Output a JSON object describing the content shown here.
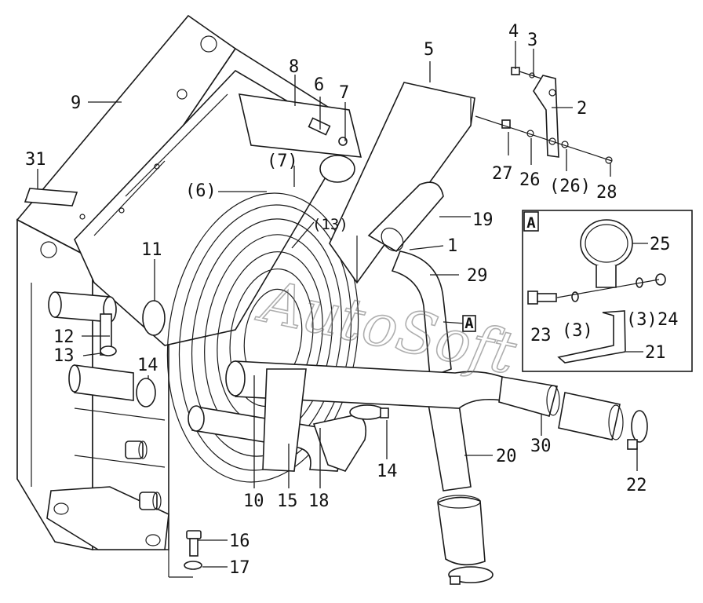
{
  "watermark": "AutoSoft",
  "callouts": {
    "c1": "1",
    "c2": "2",
    "c3": "3",
    "c4": "4",
    "c5": "5",
    "c6": "6",
    "c7": "7",
    "c8": "8",
    "c9": "9",
    "c10": "10",
    "c11": "11",
    "c12": "12",
    "c13": "13",
    "c14a": "14",
    "c14b": "14",
    "c15": "15",
    "c16": "16",
    "c17": "17",
    "c18": "18",
    "c19": "19",
    "c20": "20",
    "c21": "21",
    "c22": "22",
    "c23": "23",
    "c24": "24",
    "c25": "25",
    "c26": "26",
    "c26p": "(26)",
    "c27": "27",
    "c28": "28",
    "c29": "29",
    "c30": "30",
    "c31": "31",
    "c6p": "(6)",
    "c7p": "(7)",
    "c13p": "(13)",
    "c3p_a": "(3)",
    "c3p_b": "(3)"
  },
  "detail_view": {
    "tag": "A"
  },
  "view_marker": {
    "tag": "A"
  },
  "colors": {
    "line": "#1a1a1a",
    "background": "#ffffff",
    "watermark": "#6d6d6d"
  }
}
